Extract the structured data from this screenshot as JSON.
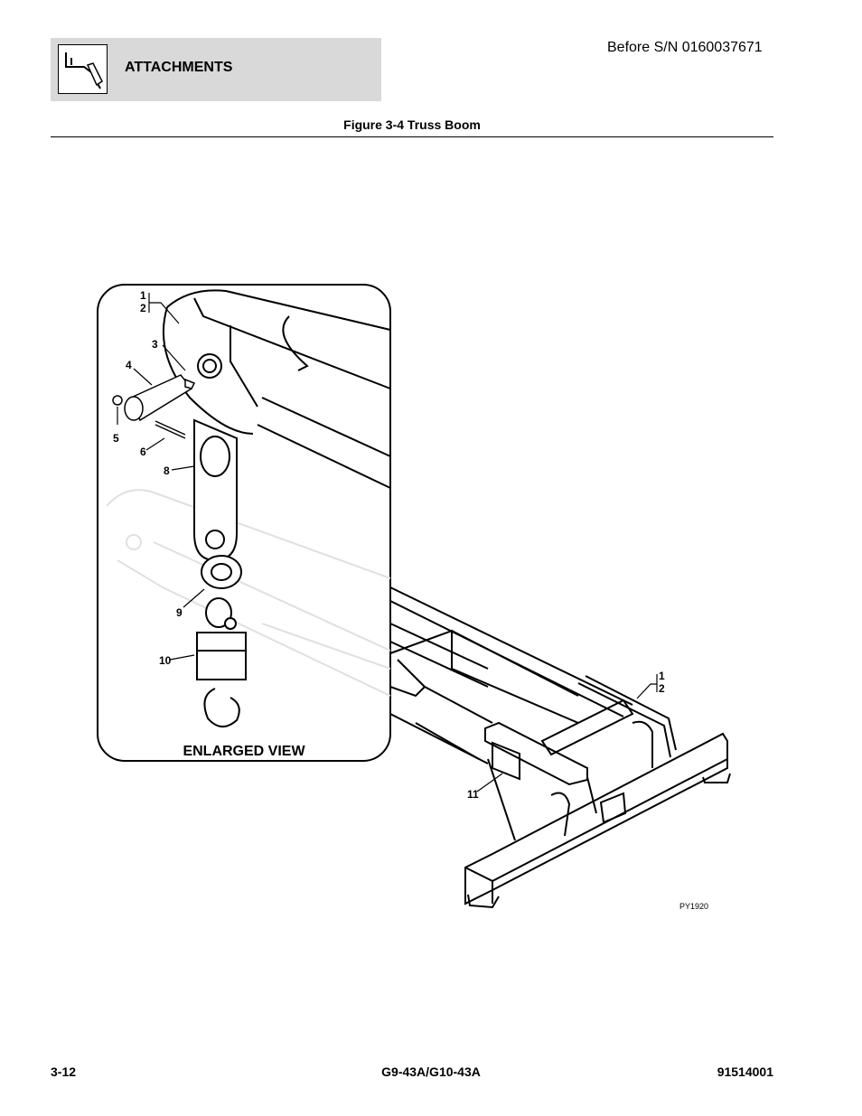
{
  "header": {
    "section_title": "ATTACHMENTS",
    "icon": "wrench-icon",
    "serial_note": "Before S/N 0160037671"
  },
  "figure": {
    "title": "Figure 3-4 Truss Boom",
    "inset_label": "ENLARGED VIEW",
    "image_code": "PY1920",
    "callouts": {
      "c1a": "1",
      "c2a": "2",
      "c3": "3",
      "c4": "4",
      "c5": "5",
      "c6": "6",
      "c8": "8",
      "c9": "9",
      "c10": "10",
      "c11": "11",
      "c1b": "1",
      "c2b": "2"
    }
  },
  "footer": {
    "page": "3-12",
    "model": "G9-43A/G10-43A",
    "part_number": "91514001"
  }
}
